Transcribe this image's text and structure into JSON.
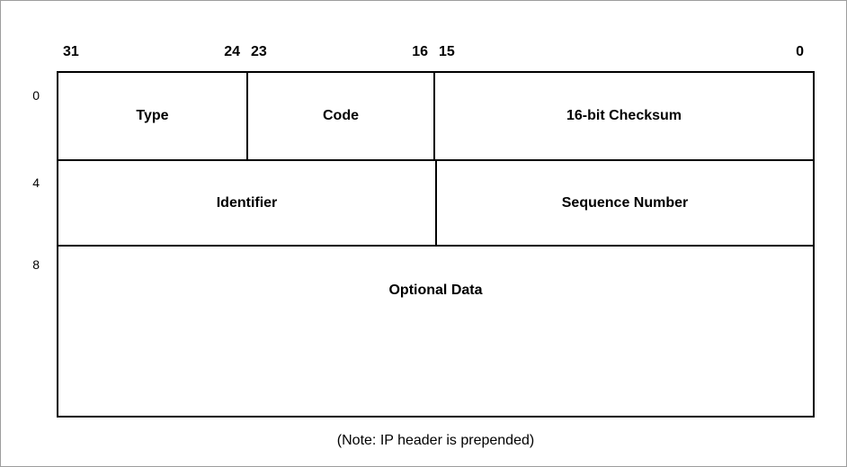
{
  "colors": {
    "frame_border": "#9e9e9e",
    "line": "#000000",
    "background": "#ffffff",
    "text": "#000000"
  },
  "bit_ruler": {
    "bit_31": "31",
    "bit_24": "24",
    "bit_23": "23",
    "bit_16": "16",
    "bit_15": "15",
    "bit_0": "0"
  },
  "byte_offsets": {
    "row_0": "0",
    "row_4": "4",
    "row_8": "8"
  },
  "fields": {
    "type": "Type",
    "code": "Code",
    "checksum": "16-bit Checksum",
    "identifier": "Identifier",
    "sequence_number": "Sequence Number",
    "optional_data": "Optional Data"
  },
  "note": "(Note: IP header is prepended)"
}
